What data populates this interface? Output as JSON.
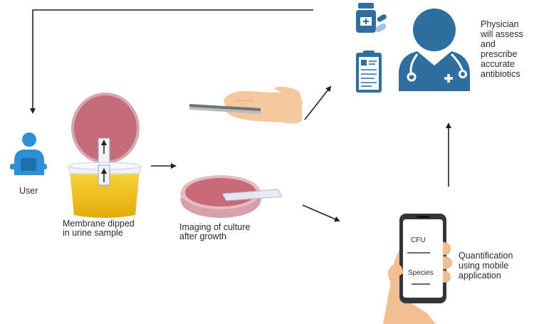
{
  "labels": {
    "user": "User",
    "membrane": "Membrane dipped\nin urine sample",
    "imaging": "Imaging of  culture\nafter growth",
    "physician": "Physician\nwill assess\nand\nprescribe\naccurate\nantibiotics",
    "quantification": "Quantification\nusing mobile\napplication",
    "cfu": "CFU",
    "species": "Species"
  },
  "colors": {
    "icon_blue": "#2f6f9f",
    "user_blue": "#2e8fd6",
    "dish_pink": "#c06070",
    "dish_rim": "#e7c1c8",
    "urine_yellow": "#f2c318",
    "cup_clear": "#e9eef2",
    "skin": "#f5c89e",
    "arrow": "#222222"
  }
}
